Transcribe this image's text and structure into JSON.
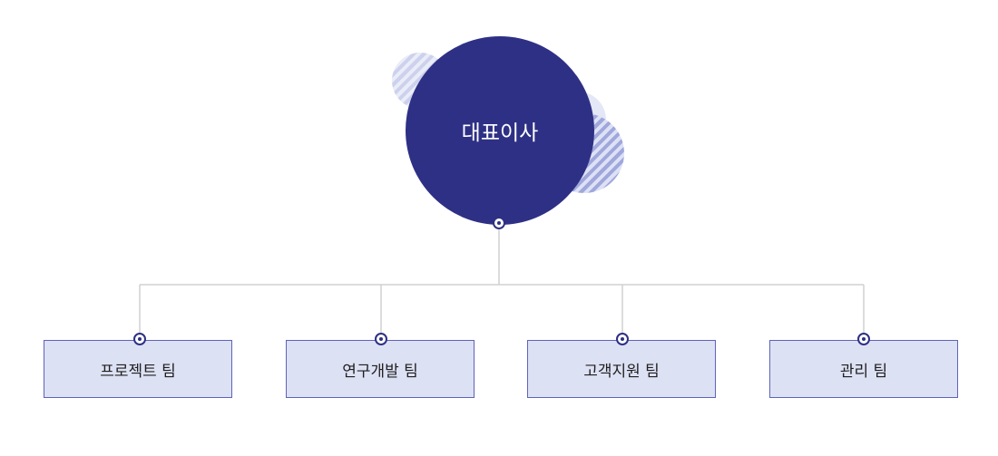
{
  "org_chart": {
    "ceo": {
      "label": "대표이사"
    },
    "teams": [
      {
        "label": "프로젝트 팀"
      },
      {
        "label": "연구개발 팀"
      },
      {
        "label": "고객지원 팀"
      },
      {
        "label": "관리 팀"
      }
    ]
  },
  "colors": {
    "primary": "#2e3085",
    "team_fill": "#dde1f4",
    "team_border": "#5d64b8",
    "connector": "#d0d0d0",
    "background": "#ffffff"
  }
}
